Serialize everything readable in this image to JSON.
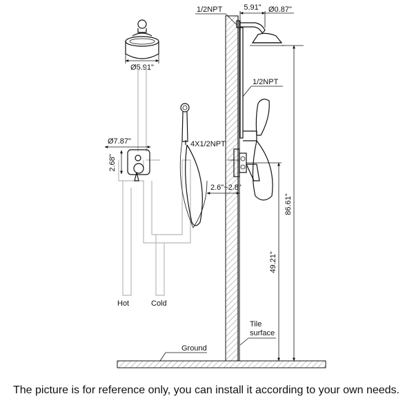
{
  "labels": {
    "showerhead_diameter": "Ø5.91\"",
    "trim_diameter": "Ø7.87\"",
    "trim_height": "2.68\"",
    "pipe_npt_top": "1/2NPT",
    "arm_reach": "5.91\"",
    "arm_diameter": "Ø0.87\"",
    "pipe_npt_handshower": "1/2NPT",
    "inlet_npt": "4X1/2NPT",
    "wall_depth": "2.6\"~2.8\"",
    "total_height": "86.61\"",
    "valve_height": "49.21\"",
    "hot": "Hot",
    "cold": "Cold",
    "tile_surface_line1": "Tile",
    "tile_surface_line2": "surface",
    "ground": "Ground"
  },
  "caption": "The picture is for reference only, you can install it according to your own needs.",
  "colors": {
    "line": "#111111",
    "pipe_outline": "#b8b8b8",
    "background": "#ffffff"
  }
}
